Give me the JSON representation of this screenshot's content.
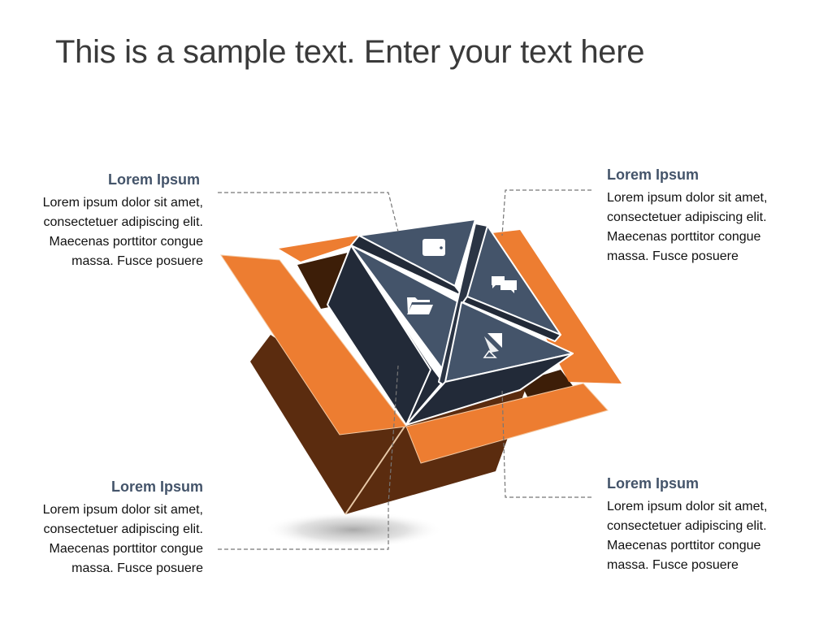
{
  "slide": {
    "title": "This is a sample text. Enter your text here"
  },
  "blocks": [
    {
      "position": "top-left",
      "heading": "Lorem Ipsum",
      "lines": [
        "Lorem ipsum dolor sit amet,",
        "consectetuer adipiscing elit.",
        "Maecenas porttitor congue",
        "massa. Fusce posuere"
      ],
      "icon": "wallet-icon"
    },
    {
      "position": "top-right",
      "heading": "Lorem Ipsum",
      "lines": [
        "Lorem ipsum dolor sit amet,",
        "consectetuer adipiscing elit.",
        "Maecenas porttitor congue",
        "massa. Fusce posuere"
      ],
      "icon": "chat-bubbles-icon"
    },
    {
      "position": "bottom-left",
      "heading": "Lorem Ipsum",
      "lines": [
        "Lorem ipsum dolor sit amet,",
        "consectetuer adipiscing elit.",
        "Maecenas porttitor congue",
        "massa. Fusce posuere"
      ],
      "icon": "folder-icon"
    },
    {
      "position": "bottom-right",
      "heading": "Lorem Ipsum",
      "lines": [
        "Lorem ipsum dolor sit amet,",
        "consectetuer adipiscing elit.",
        "Maecenas porttitor congue",
        "massa. Fusce posuere"
      ],
      "icon": "satellite-dish-icon"
    }
  ],
  "colors": {
    "title": "#3a3a3a",
    "heading": "#44546a",
    "body_text": "#111111",
    "box_orange": "#ed7d31",
    "box_brown": "#5b2c0f",
    "box_inside": "#3d1e08",
    "prism_light": "#44546a",
    "prism_dark": "#222a38",
    "connector": "#777777"
  }
}
